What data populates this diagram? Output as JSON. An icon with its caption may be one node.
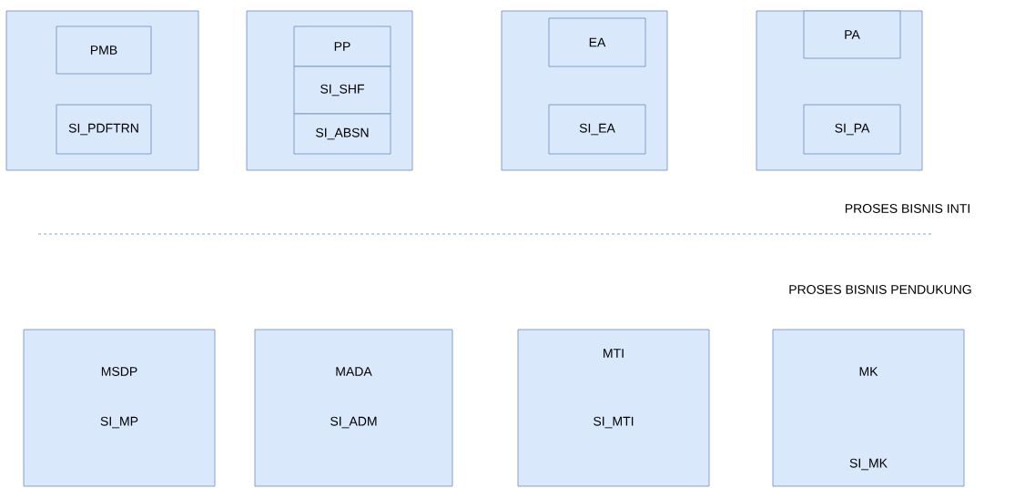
{
  "diagram": {
    "nodes": [
      {
        "text": [],
        "shape": "box"
      },
      {
        "text": [
          "PMB"
        ],
        "in": 0
      },
      {
        "text": [
          "SI_PDFTRN"
        ],
        "in": 0
      },
      {
        "text": [],
        "shape": "box"
      },
      {
        "text": [
          "PP"
        ],
        "in": 3
      },
      {
        "text": [
          "SI_SHF"
        ],
        "in": 3
      },
      {
        "text": [
          "SI_ABSN"
        ],
        "in": 3
      },
      {
        "text": [],
        "shape": "box"
      },
      {
        "text": [
          "EA"
        ],
        "in": 7
      },
      {
        "text": [
          "SI_EA"
        ],
        "in": 7
      },
      {
        "text": [],
        "shape": "box"
      },
      {
        "text": [
          "PA"
        ],
        "in": 10
      },
      {
        "text": [
          "SI_PA"
        ],
        "in": 10
      },
      {
        "text": [
          "MSDP",
          "SI_MP"
        ]
      },
      {
        "text": [
          "MADA",
          "SI_ADM"
        ]
      },
      {
        "text": [
          "MTI",
          "SI_MTI"
        ]
      },
      {
        "text": [
          "MK",
          "SI_MK"
        ]
      }
    ],
    "edges": [],
    "labels": [
      "PROSES BISNIS INTI",
      "PROSES BISNIS PENDUKUNG"
    ]
  }
}
